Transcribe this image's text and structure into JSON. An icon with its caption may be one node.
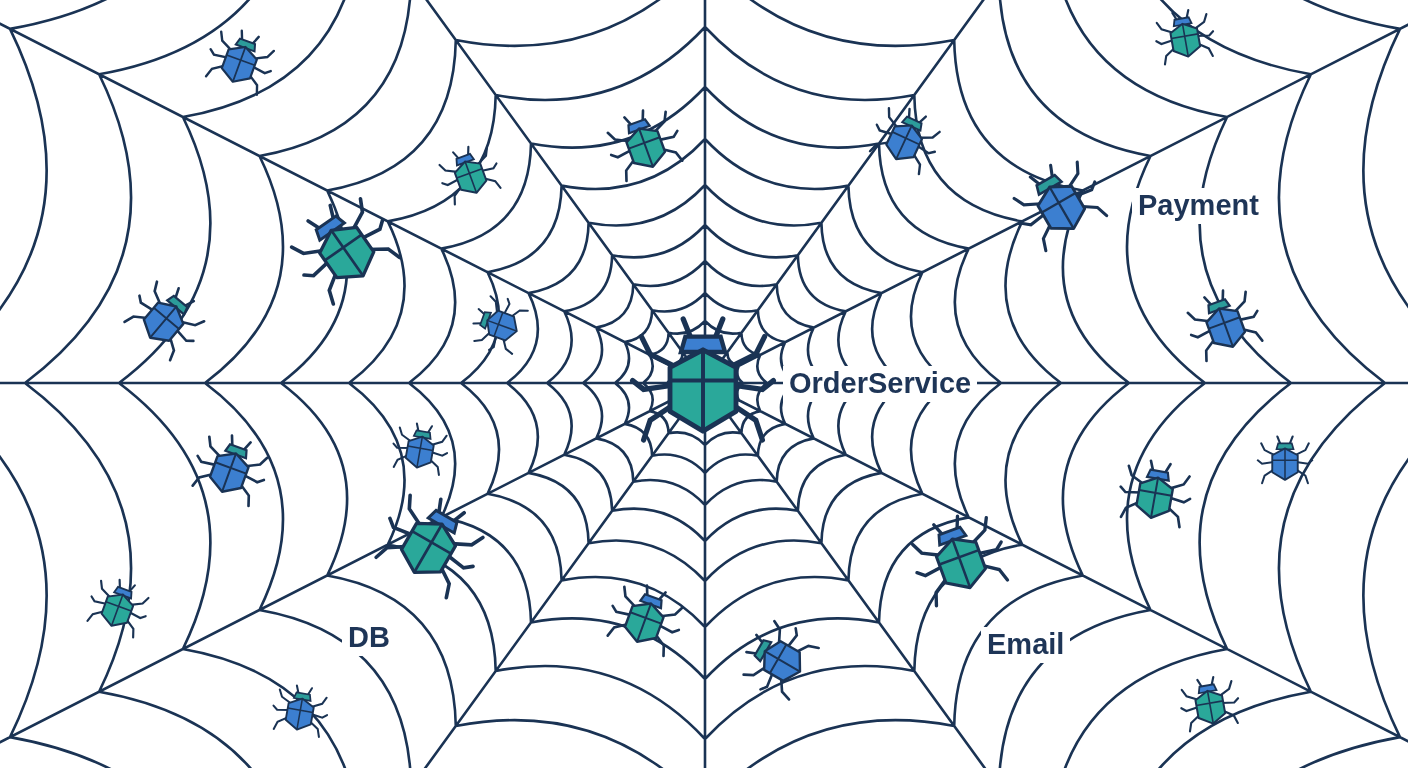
{
  "diagram": {
    "labels": [
      "Payment",
      "OrderService",
      "DB",
      "Email"
    ]
  }
}
